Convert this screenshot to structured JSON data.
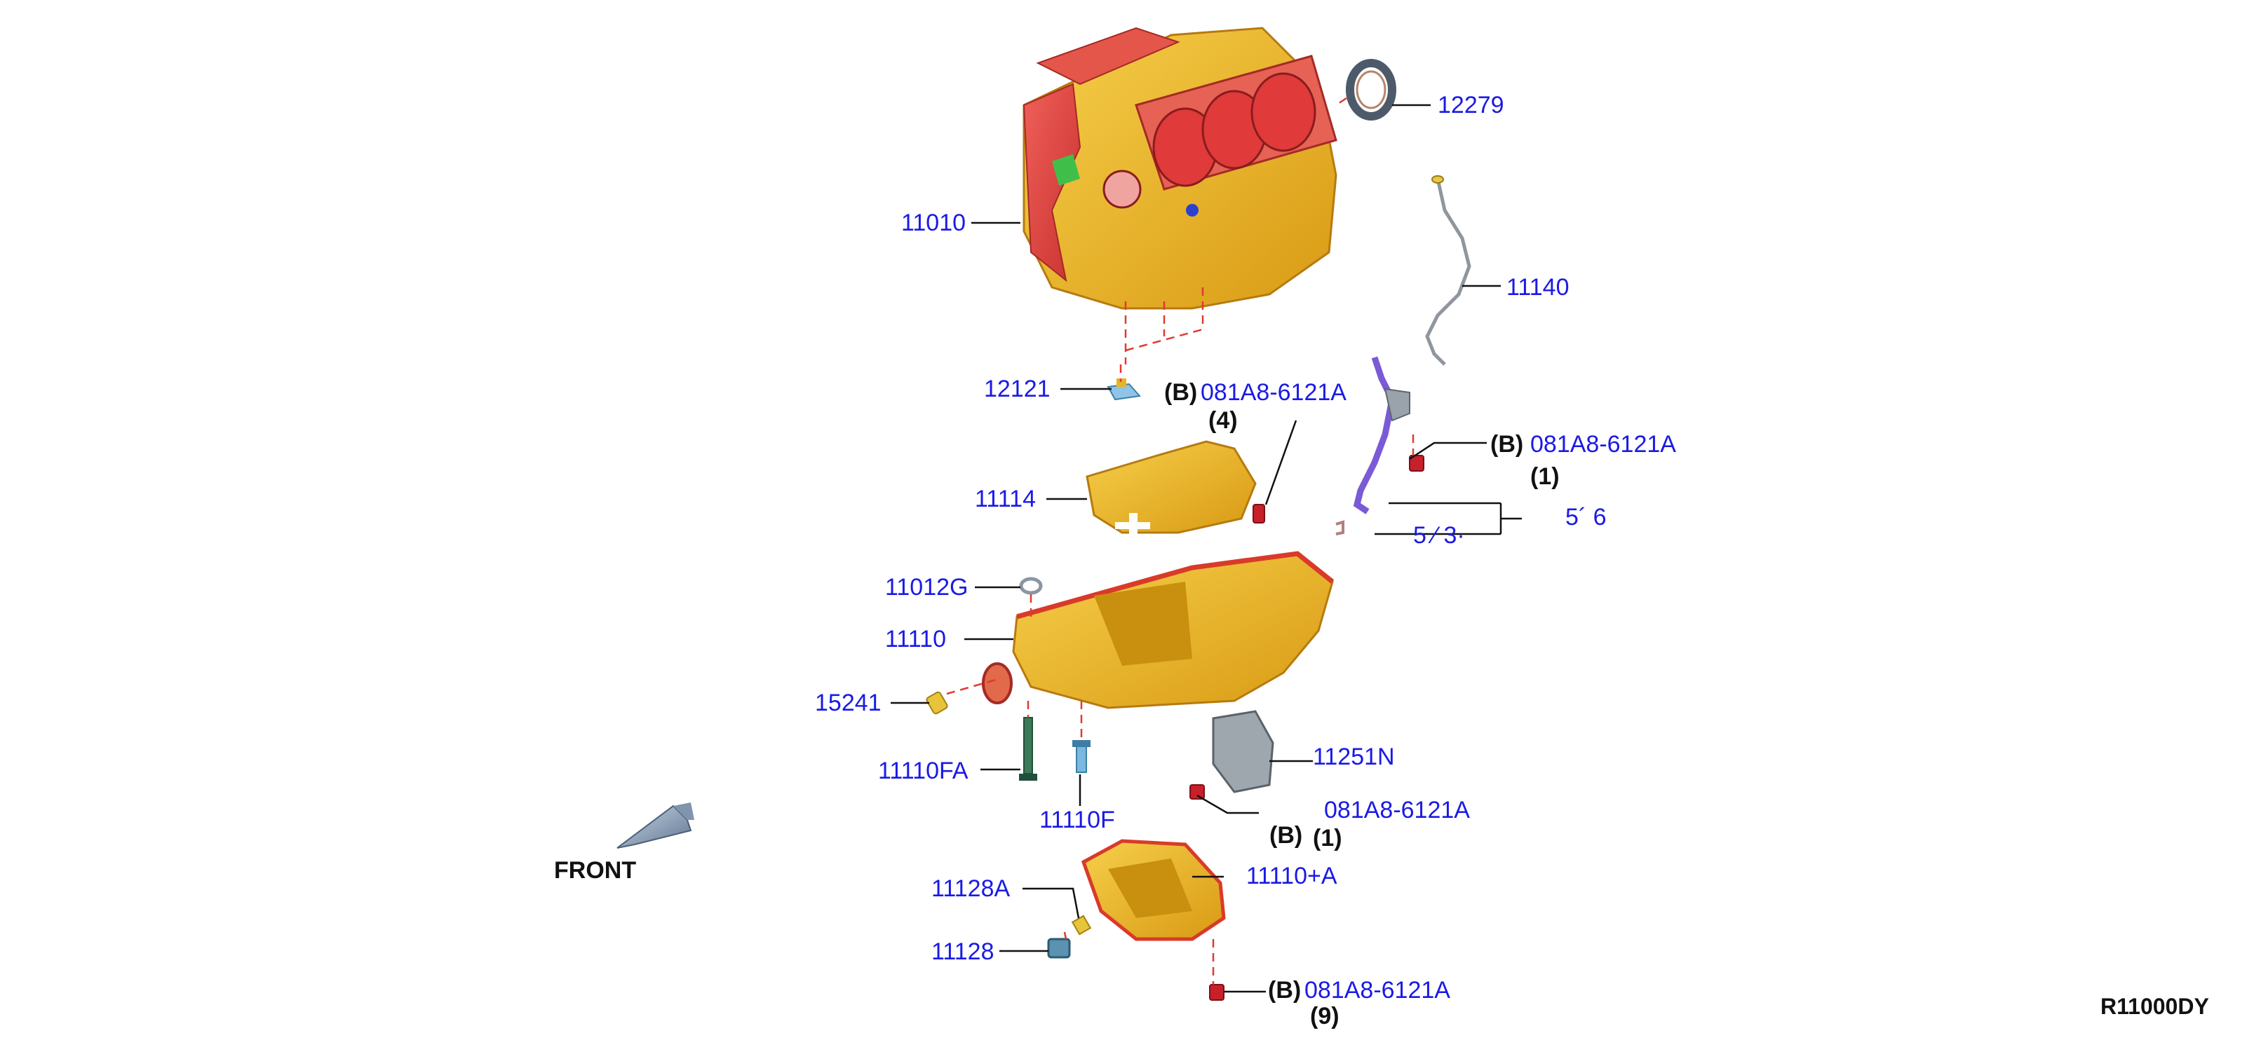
{
  "diagram": {
    "code": "R11000DY",
    "front_label": "FRONT",
    "parts": {
      "p12279": "12279",
      "p11010": "11010",
      "p11140": "11140",
      "p12121": "12121",
      "p11114": "11114",
      "p11012G": "11012G",
      "p11110": "11110",
      "p15241": "15241",
      "p11110FA": "11110FA",
      "p11110F": "11110F",
      "p11251N": "11251N",
      "p11128A": "11128A",
      "p11128": "11128",
      "p11110A": "11110+A",
      "partial_right": "5´ 6",
      "partial_left": "5  ⁄ 3·"
    },
    "bolt_refs": [
      {
        "marker": "(B)",
        "part": "081A8-6121A",
        "qty": "(4)"
      },
      {
        "marker": "(B)",
        "part": "081A8-6121A",
        "qty": "(1)"
      },
      {
        "marker": "(B)",
        "part": "081A8-6121A",
        "qty": "(1)"
      },
      {
        "marker": "(B)",
        "part": "081A8-6121A",
        "qty": "(9)"
      }
    ],
    "colors": {
      "part_number": "#1a1ae6",
      "block_gold": "#e8b420",
      "block_red": "#e0403a",
      "gasket": "#d93a2a",
      "bolt_red": "#c8202a",
      "leader": "#111111",
      "centerline": "#e03a30"
    }
  }
}
